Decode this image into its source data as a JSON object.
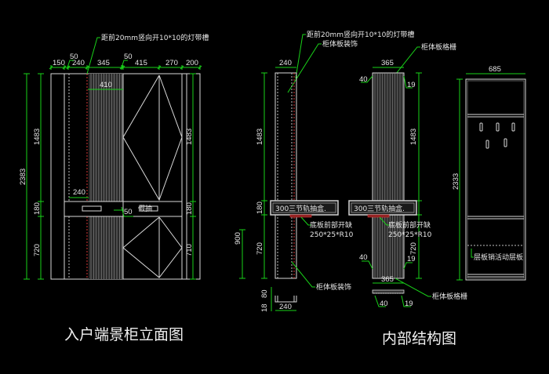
{
  "colors": {
    "background": "#000000",
    "dimension_line": "#19d219",
    "outline": "#d9d9d9",
    "light_strip": "#d83a3a"
  },
  "elevation": {
    "title": "入户端景柜立面图",
    "top_note": "距前20mm竖向开10*10的灯带槽",
    "top_dims": [
      "150",
      "240",
      "345",
      "415",
      "270",
      "200"
    ],
    "top_gap_dims": [
      "50",
      "50"
    ],
    "inner_dim_410": "410",
    "inner_dim_240": "240",
    "inner_dim_50": "50",
    "handle_label": "假抽",
    "left_total": "2383",
    "left_dims": [
      "1483",
      "180",
      "720"
    ],
    "right_dims": [
      "1483",
      "180",
      "710"
    ]
  },
  "structure": {
    "title": "内部结构图",
    "note_light_slot": "距前20mm竖向开10*10的灯带槽",
    "note_side_panel_top": "柜体板装饰",
    "note_grille_top": "柜体板格栅",
    "note_side_panel_bottom": "柜体板装饰",
    "note_grille_bottom": "柜体板格栅",
    "panel_a": {
      "width": "240",
      "left_dims": [
        "1483",
        "180",
        "720"
      ],
      "left_extra": "900",
      "drawer": "300三节轨抽盒.",
      "cutout_note_1": "底板前部开缺",
      "cutout_note_2": "250*25*R10",
      "section_dims": [
        "80",
        "18"
      ],
      "section_width": "240"
    },
    "panel_b": {
      "width": "365",
      "right_dims": [
        "1483",
        "180",
        "720"
      ],
      "drawer": "300三节轨抽盒.",
      "cutout_note_1": "底板前部开缺",
      "cutout_note_2": "250*25*R10",
      "top_offsets": [
        "40",
        "19"
      ],
      "bottom_offsets": [
        "40",
        "19"
      ],
      "section_width": "365",
      "section_offsets": [
        "40",
        "19"
      ]
    },
    "panel_c": {
      "width": "685",
      "height": "2333",
      "shelf_note": "层板销活动层板"
    }
  }
}
